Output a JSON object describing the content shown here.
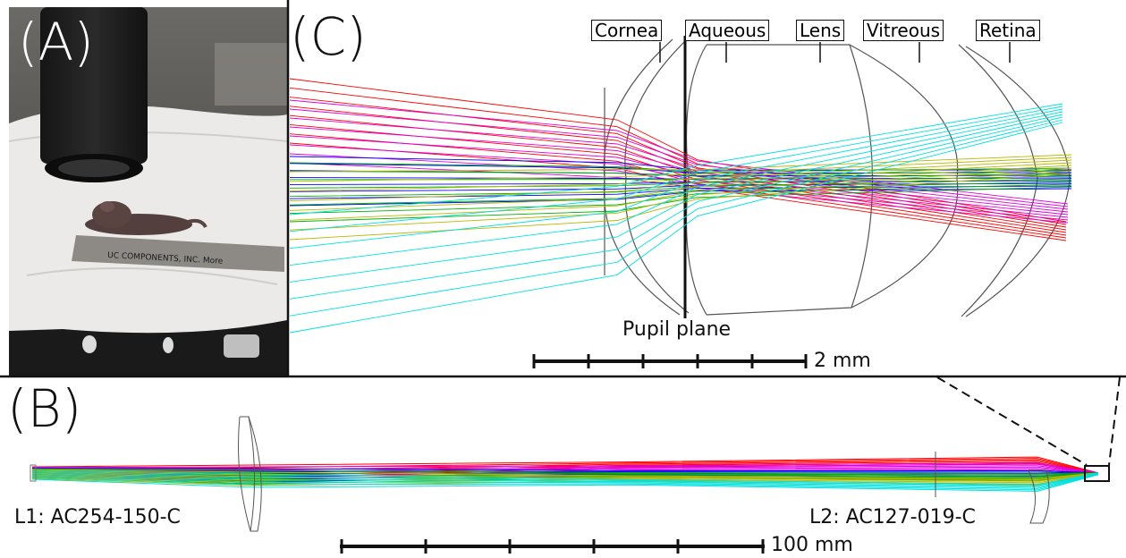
{
  "panels": {
    "a": {
      "label": "(A)"
    },
    "b": {
      "label": "(B)",
      "l1_label": "L1: AC254-150-C",
      "l2_label": "L2: AC127-019-C",
      "scale_label": "100 mm"
    },
    "c": {
      "label": "(C)",
      "tissues": [
        "Cornea",
        "Aqueous",
        "Lens",
        "Vitreous",
        "Retina"
      ],
      "pupil_label": "Pupil plane",
      "scale_label": "2 mm"
    }
  },
  "photo": {
    "ruler_text": "UC COMPONENTS, INC.  More"
  },
  "ray_colors": {
    "red": "#ff0000",
    "magenta": "#e000e0",
    "blue": "#0000ff",
    "green": "#00b000",
    "olive": "#b8b800",
    "cyan": "#00e0e0"
  }
}
